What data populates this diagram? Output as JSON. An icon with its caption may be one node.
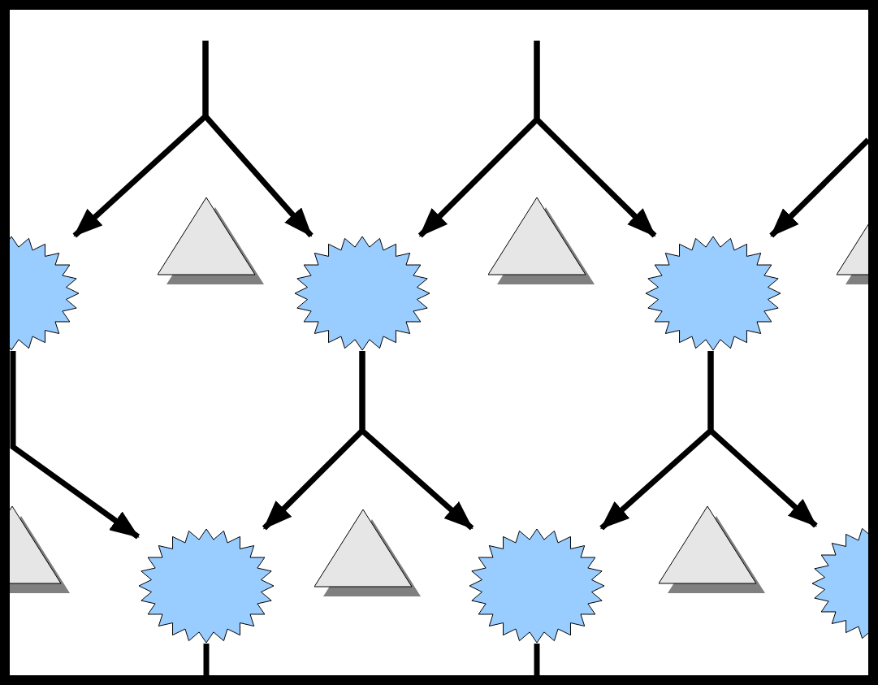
{
  "diagram": {
    "nodes": [
      {
        "text": [],
        "shape": "triangle"
      },
      {
        "text": [],
        "shape": "triangle"
      },
      {
        "text": [],
        "shape": "triangle"
      },
      {
        "text": [],
        "shape": "star"
      },
      {
        "text": [],
        "shape": "star"
      },
      {
        "text": [],
        "shape": "star"
      },
      {
        "text": [],
        "shape": "triangle"
      },
      {
        "text": [],
        "shape": "triangle"
      },
      {
        "text": [],
        "shape": "triangle"
      },
      {
        "text": [],
        "shape": "star"
      },
      {
        "text": [],
        "shape": "star"
      },
      {
        "text": [],
        "shape": "star"
      }
    ],
    "edges": [
      {
        "from": null,
        "to": 3,
        "arrow": "to"
      },
      {
        "from": null,
        "to": 4,
        "arrow": "to"
      },
      {
        "from": null,
        "to": 4,
        "arrow": "to"
      },
      {
        "from": null,
        "to": 5,
        "arrow": "to"
      },
      {
        "from": null,
        "to": 5,
        "arrow": "to"
      },
      {
        "from": 4,
        "to": 9,
        "arrow": "to"
      },
      {
        "from": 4,
        "to": 10,
        "arrow": "to"
      },
      {
        "from": 5,
        "to": 10,
        "arrow": "to"
      },
      {
        "from": 5,
        "to": 11,
        "arrow": "to"
      },
      {
        "from": 3,
        "to": 9,
        "arrow": "to"
      },
      {
        "from": 9,
        "to": null,
        "arrow": "none"
      },
      {
        "from": 10,
        "to": null,
        "arrow": "none"
      }
    ]
  }
}
